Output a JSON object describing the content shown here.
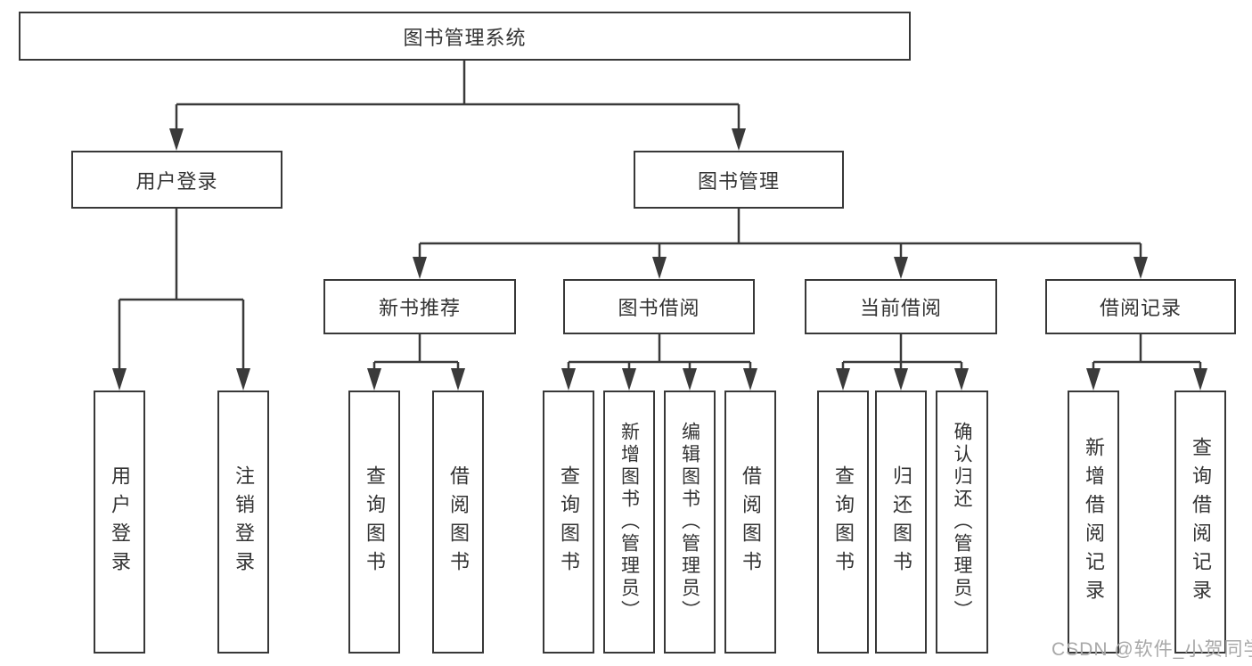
{
  "diagram": {
    "root": {
      "label": "图书管理系统"
    },
    "level2": [
      {
        "label": "用户登录"
      },
      {
        "label": "图书管理"
      }
    ],
    "level3": [
      {
        "label": "新书推荐"
      },
      {
        "label": "图书借阅"
      },
      {
        "label": "当前借阅"
      },
      {
        "label": "借阅记录"
      }
    ],
    "leaves": {
      "user_login": [
        "用户登录",
        "注销登录"
      ],
      "new_books": [
        "查询图书",
        "借阅图书"
      ],
      "book_borrow": [
        "查询图书",
        "新增图书（管理员）",
        "编辑图书（管理员）",
        "借阅图书"
      ],
      "current_borrow": [
        "查询图书",
        "归还图书",
        "确认归还（管理员）"
      ],
      "borrow_records": [
        "新增借阅记录",
        "查询借阅记录"
      ]
    }
  },
  "watermark": "CSDN @软件_小贺同学",
  "colors": {
    "line": "#3a3a3a",
    "box_border": "#383838",
    "text": "#333333",
    "watermark": "#a8a8a8",
    "background": "#ffffff"
  }
}
